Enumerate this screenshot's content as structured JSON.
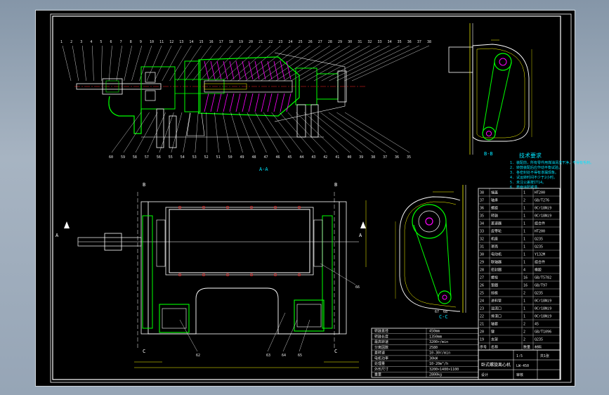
{
  "colors": {
    "background": "#000000",
    "outline": "#ffffff",
    "part": "#00ff00",
    "dimension": "#ffff00",
    "center_line": "#ff2020",
    "section": "#ff00ff",
    "annotation": "#00e5ff"
  },
  "top_balloons": [
    "1",
    "2",
    "3",
    "4",
    "5",
    "6",
    "7",
    "8",
    "9",
    "10",
    "11",
    "12",
    "13",
    "14",
    "15",
    "16",
    "17",
    "18",
    "19",
    "20",
    "21",
    "22",
    "23",
    "24",
    "25",
    "26",
    "27",
    "28",
    "29",
    "30",
    "31",
    "32",
    "33",
    "34",
    "35",
    "36",
    "37",
    "38"
  ],
  "bottom_balloons": [
    "60",
    "59",
    "58",
    "57",
    "56",
    "55",
    "54",
    "53",
    "52",
    "51",
    "50",
    "49",
    "48",
    "47",
    "46",
    "45",
    "44",
    "43",
    "42",
    "41",
    "40",
    "39",
    "38",
    "37",
    "36",
    "35"
  ],
  "plan_balloons": [
    "62",
    "63",
    "64",
    "65",
    "66"
  ],
  "pulley_balloons": [
    "67",
    "68"
  ],
  "section_labels": {
    "main": "A-A",
    "side_top": "B-B",
    "side_bottom": "C-C",
    "marker_a": "A",
    "marker_b": "B",
    "marker_c": "C"
  },
  "tech_requirements": {
    "title": "技术要求",
    "items": [
      "1. 装配前，所有零件用煤油清洗干净，不得有毛刺。",
      "2. 转鼓装配后应作动平衡试验。",
      "3. 各密封处不得有渗漏现象。",
      "4. 试运转时间不少于2小时。",
      "5. 未注公差按IT14。",
      "6. 表面涂防锈漆。"
    ]
  },
  "bom_rows": [
    [
      "38",
      "端盖",
      "1",
      "HT200"
    ],
    [
      "37",
      "轴承",
      "2",
      "GB/T276"
    ],
    [
      "36",
      "螺旋",
      "1",
      "0Cr18Ni9"
    ],
    [
      "35",
      "转鼓",
      "1",
      "0Cr18Ni9"
    ],
    [
      "34",
      "差速器",
      "1",
      "组合件"
    ],
    [
      "33",
      "皮带轮",
      "1",
      "HT200"
    ],
    [
      "32",
      "机座",
      "1",
      "Q235"
    ],
    [
      "31",
      "罩壳",
      "1",
      "Q235"
    ],
    [
      "30",
      "电动机",
      "1",
      "Y132M"
    ],
    [
      "29",
      "联轴器",
      "1",
      "组合件"
    ],
    [
      "28",
      "密封圈",
      "4",
      "橡胶"
    ],
    [
      "27",
      "螺栓",
      "16",
      "GB/T5782"
    ],
    [
      "26",
      "垫圈",
      "16",
      "GB/T97"
    ],
    [
      "25",
      "挡板",
      "2",
      "Q235"
    ],
    [
      "24",
      "进料管",
      "1",
      "0Cr18Ni9"
    ],
    [
      "23",
      "溢流口",
      "1",
      "0Cr18Ni9"
    ],
    [
      "22",
      "排渣口",
      "1",
      "0Cr18Ni9"
    ],
    [
      "21",
      "轴套",
      "2",
      "45"
    ],
    [
      "20",
      "键",
      "2",
      "GB/T1096"
    ],
    [
      "19",
      "支架",
      "2",
      "Q235"
    ]
  ],
  "bom_header": [
    "序号",
    "名称",
    "数量",
    "材料"
  ],
  "title_block": {
    "title": "卧式螺旋离心机",
    "scale": "1:5",
    "sheet": "共1张",
    "code": "LW-450",
    "designer": "设计",
    "checker": "审核"
  },
  "lower_table_rows": [
    [
      "转鼓直径",
      "450mm"
    ],
    [
      "转鼓长度",
      "1350mm"
    ],
    [
      "最高转速",
      "3200r/min"
    ],
    [
      "分离因数",
      "2580"
    ],
    [
      "差转速",
      "10-30r/min"
    ],
    [
      "电机功率",
      "30kW"
    ],
    [
      "处理量",
      "10-20m³/h"
    ],
    [
      "外形尺寸",
      "3200×1400×1100"
    ],
    [
      "重量",
      "2800kg"
    ]
  ]
}
